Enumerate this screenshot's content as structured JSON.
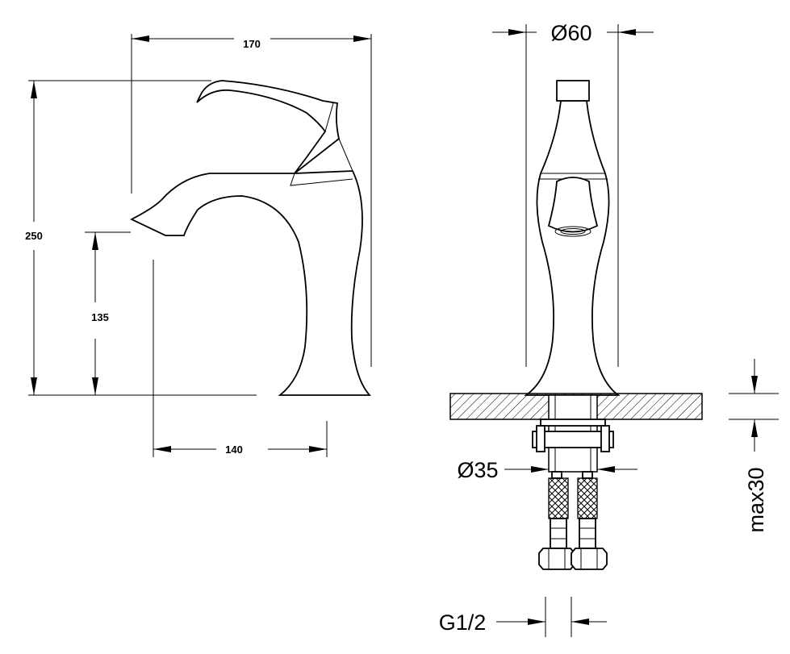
{
  "side_view": {
    "dim_width_total": "170",
    "dim_height_total": "250",
    "dim_spout_height": "135",
    "dim_spout_reach": "140"
  },
  "front_view": {
    "dim_body_diameter": "Ø60",
    "dim_shank_diameter": "Ø35",
    "dim_counter_thickness": "max30",
    "dim_connection_thread": "G1/2"
  }
}
